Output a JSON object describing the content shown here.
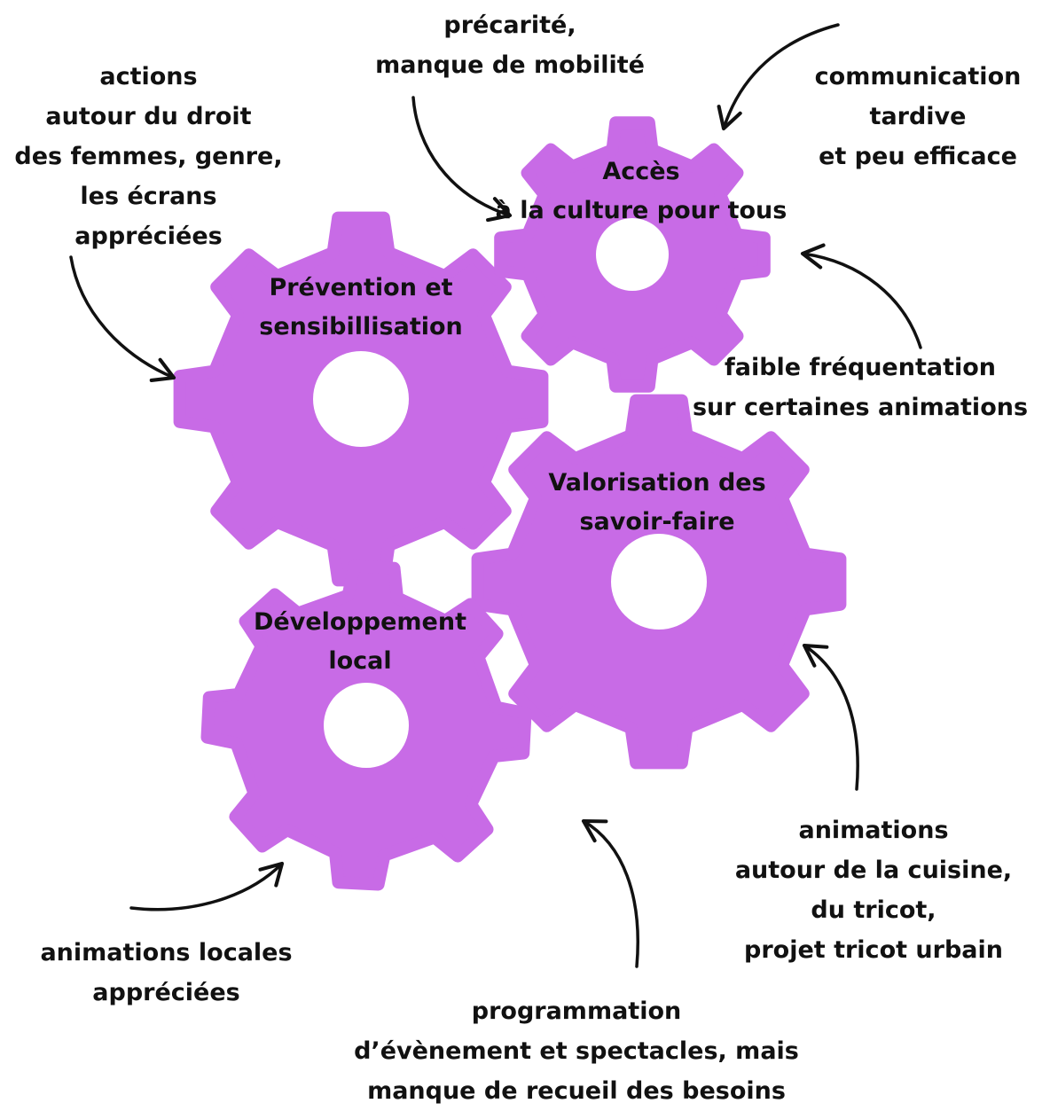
{
  "colors": {
    "gear": "#c86be6",
    "hole": "#ffffff",
    "text": "#111111",
    "arrow": "#111111"
  },
  "gears": [
    {
      "id": "prevention",
      "label_lines": [
        "Prévention et",
        "sensibillisation"
      ]
    },
    {
      "id": "acces",
      "label_lines": [
        "Accès",
        "à la culture pour tous"
      ]
    },
    {
      "id": "valorisation",
      "label_lines": [
        "Valorisation des",
        "savoir-faire"
      ]
    },
    {
      "id": "developpement",
      "label_lines": [
        "Développement",
        "local"
      ]
    }
  ],
  "notes": [
    {
      "id": "actions",
      "lines": [
        "actions",
        "autour du droit",
        "des femmes, genre,",
        "les écrans",
        "appréciées"
      ]
    },
    {
      "id": "precarite",
      "lines": [
        "précarité,",
        "manque de mobilité"
      ]
    },
    {
      "id": "communication",
      "lines": [
        "communication",
        "tardive",
        "et peu efficace"
      ]
    },
    {
      "id": "frequentation",
      "lines": [
        "faible fréquentation",
        "sur certaines animations"
      ]
    },
    {
      "id": "cuisine",
      "lines": [
        "animations",
        "autour de la cuisine,",
        "du tricot,",
        "projet tricot urbain"
      ]
    },
    {
      "id": "locales",
      "lines": [
        "animations locales",
        "appréciées"
      ]
    },
    {
      "id": "programmation",
      "lines": [
        "programmation",
        "d’évènement et spectacles, mais",
        "manque de recueil des besoins"
      ]
    }
  ]
}
